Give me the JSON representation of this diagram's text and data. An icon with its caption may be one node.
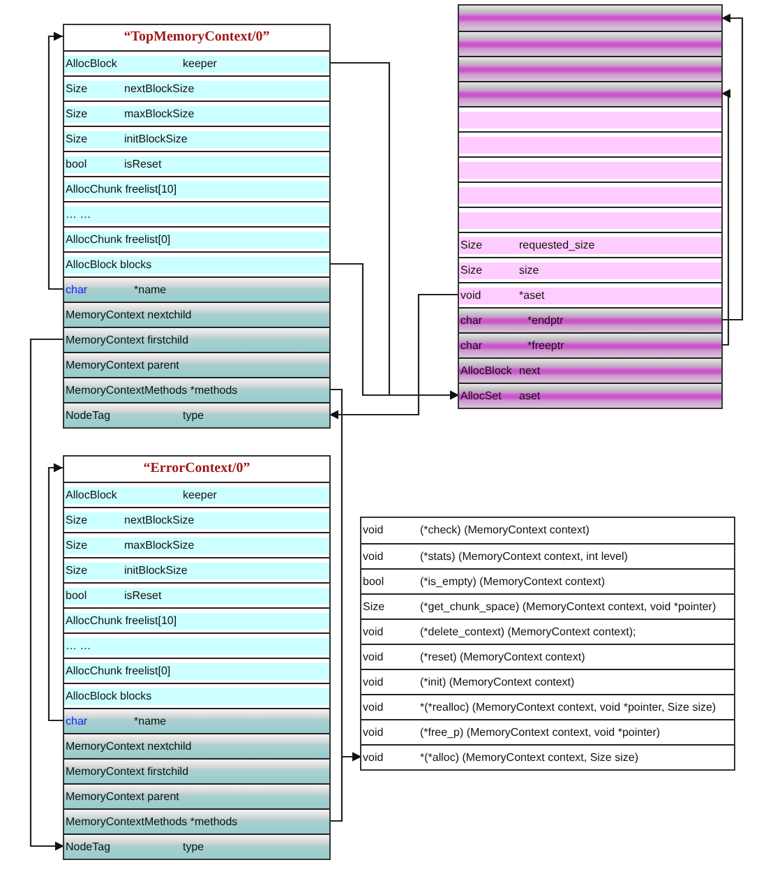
{
  "diagram": {
    "nodes": [
      {
        "text": [
          "“TopMemoryContext/0”"
        ]
      },
      {
        "text": [
          "AllocBlock",
          "keeper"
        ],
        "in": 0
      },
      {
        "text": [
          "Size",
          "nextBlockSize"
        ],
        "in": 0
      },
      {
        "text": [
          "Size",
          "maxBlockSize"
        ],
        "in": 0
      },
      {
        "text": [
          "Size",
          "initBlockSize"
        ],
        "in": 0
      },
      {
        "text": [
          "bool",
          "isReset"
        ],
        "in": 0
      },
      {
        "text": [
          "AllocChunk freelist[10]"
        ],
        "in": 0
      },
      {
        "text": [
          "… …"
        ],
        "in": 0
      },
      {
        "text": [
          "AllocChunk freelist[0]"
        ],
        "in": 0
      },
      {
        "text": [
          "AllocBlock",
          "blocks"
        ],
        "in": 0
      },
      {
        "text": [
          "char",
          "*name"
        ],
        "in": 0
      },
      {
        "text": [
          "MemoryContext nextchild"
        ],
        "in": 0
      },
      {
        "text": [
          "MemoryContext firstchild"
        ],
        "in": 0
      },
      {
        "text": [
          "MemoryContext parent"
        ],
        "in": 0
      },
      {
        "text": [
          "MemoryContextMethods *methods"
        ],
        "in": 0
      },
      {
        "text": [
          "NodeTag",
          "type"
        ],
        "in": 0
      },
      {
        "text": [],
        "shape": "box"
      },
      {
        "text": [],
        "shape": "bar",
        "in": 16
      },
      {
        "text": [],
        "shape": "bar",
        "in": 16
      },
      {
        "text": [],
        "shape": "bar",
        "in": 16
      },
      {
        "text": [],
        "shape": "bar",
        "in": 16
      },
      {
        "text": [],
        "shape": "bar",
        "in": 16
      },
      {
        "text": [],
        "shape": "bar",
        "in": 16
      },
      {
        "text": [],
        "shape": "bar",
        "in": 16
      },
      {
        "text": [],
        "shape": "bar",
        "in": 16
      },
      {
        "text": [],
        "shape": "bar",
        "in": 16
      },
      {
        "text": [
          "Size",
          "requested_size"
        ],
        "in": 16
      },
      {
        "text": [
          "Size",
          "size"
        ],
        "in": 16
      },
      {
        "text": [
          "void",
          "*aset"
        ],
        "in": 16
      },
      {
        "text": [
          "char",
          "*endptr"
        ],
        "in": 16
      },
      {
        "text": [
          "char",
          "*freeptr"
        ],
        "in": 16
      },
      {
        "text": [
          "AllocBlock",
          "next"
        ],
        "in": 16
      },
      {
        "text": [
          "AllocSet",
          "aset"
        ],
        "in": 16
      },
      {
        "text": [
          "“ErrorContext/0”"
        ]
      },
      {
        "text": [
          "AllocBlock",
          "keeper"
        ],
        "in": 33
      },
      {
        "text": [
          "Size",
          "nextBlockSize"
        ],
        "in": 33
      },
      {
        "text": [
          "Size",
          "maxBlockSize"
        ],
        "in": 33
      },
      {
        "text": [
          "Size",
          "initBlockSize"
        ],
        "in": 33
      },
      {
        "text": [
          "bool",
          "isReset"
        ],
        "in": 33
      },
      {
        "text": [
          "AllocChunk freelist[10]"
        ],
        "in": 33
      },
      {
        "text": [
          "… …"
        ],
        "in": 33
      },
      {
        "text": [
          "AllocChunk freelist[0]"
        ],
        "in": 33
      },
      {
        "text": [
          "AllocBlock",
          "blocks"
        ],
        "in": 33
      },
      {
        "text": [
          "char",
          "*name"
        ],
        "in": 33
      },
      {
        "text": [
          "MemoryContext nextchild"
        ],
        "in": 33
      },
      {
        "text": [
          "MemoryContext firstchild"
        ],
        "in": 33
      },
      {
        "text": [
          "MemoryContext parent"
        ],
        "in": 33
      },
      {
        "text": [
          "MemoryContextMethods *methods"
        ],
        "in": 33
      },
      {
        "text": [
          "NodeTag",
          "type"
        ],
        "in": 33
      },
      {
        "text": [],
        "shape": "box"
      },
      {
        "text": [
          "void",
          "(*check) (MemoryContext context)"
        ],
        "in": 49
      },
      {
        "text": [
          "void",
          "(*stats) (MemoryContext context, int level)"
        ],
        "in": 49
      },
      {
        "text": [
          "bool",
          "(*is_empty) (MemoryContext context)"
        ],
        "in": 49
      },
      {
        "text": [
          "Size",
          "(*get_chunk_space) (MemoryContext context, void *pointer)"
        ],
        "in": 49
      },
      {
        "text": [
          "void",
          "(*delete_context) (MemoryContext context);"
        ],
        "in": 49
      },
      {
        "text": [
          "void",
          "(*reset) (MemoryContext context)"
        ],
        "in": 49
      },
      {
        "text": [
          "void",
          "(*init) (MemoryContext context)"
        ],
        "in": 49
      },
      {
        "text": [
          "void",
          "*(*realloc) (MemoryContext context, void *pointer, Size size)"
        ],
        "in": 49
      },
      {
        "text": [
          "void",
          "(*free_p) (MemoryContext context, void *pointer)"
        ],
        "in": 49
      },
      {
        "text": [
          "void",
          "*(*alloc) (MemoryContext context, Size size)"
        ],
        "in": 49
      }
    ],
    "edges": [
      {
        "from": 10,
        "to": 0,
        "arrow": "to"
      },
      {
        "from": 1,
        "to": 32,
        "arrow": "to"
      },
      {
        "from": 9,
        "to": 32,
        "arrow": "to"
      },
      {
        "from": 28,
        "to": 15,
        "arrow": "to"
      },
      {
        "from": 29,
        "to": 17,
        "arrow": "to"
      },
      {
        "from": 30,
        "to": 20,
        "arrow": "to"
      },
      {
        "from": 14,
        "to": 59,
        "arrow": "to"
      },
      {
        "from": 47,
        "to": 59,
        "arrow": "to"
      },
      {
        "from": 12,
        "to": 48,
        "arrow": "to"
      },
      {
        "from": 43,
        "to": 33,
        "arrow": "to"
      }
    ]
  }
}
